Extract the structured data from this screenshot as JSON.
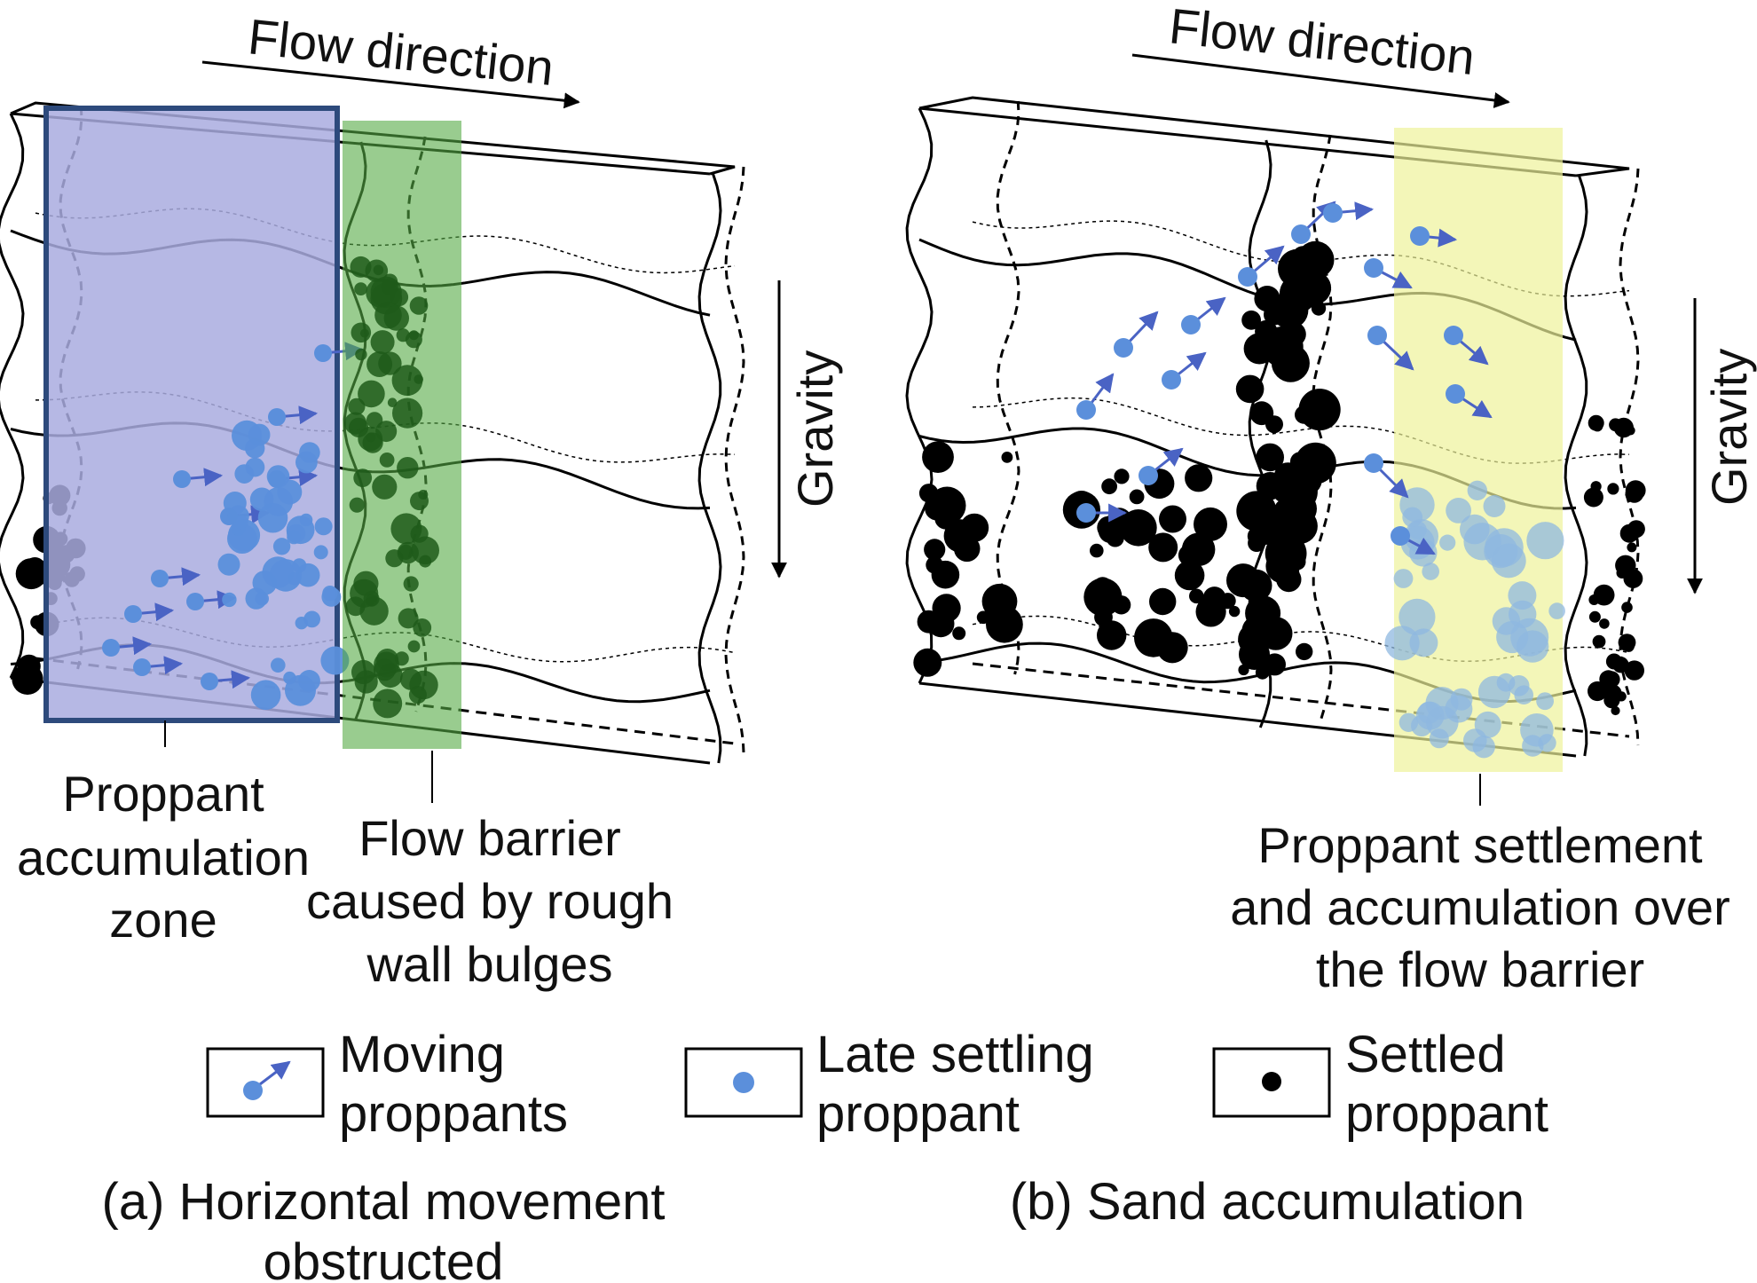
{
  "panel_a": {
    "flow_label": "Flow direction",
    "gravity_label": "Gravity",
    "zone_label": [
      "Proppant",
      "accumulation",
      "zone"
    ],
    "barrier_label": [
      "Flow barrier",
      "caused by rough",
      "wall bulges"
    ],
    "caption": [
      "(a) Horizontal movement",
      "obstructed"
    ]
  },
  "panel_b": {
    "flow_label": "Flow direction",
    "gravity_label": "Gravity",
    "settlement_label": [
      "Proppant settlement",
      "and accumulation over",
      "the flow barrier"
    ],
    "caption": [
      "(b) Sand accumulation"
    ]
  },
  "legend": [
    {
      "icon": "moving-proppant-icon",
      "lines": [
        "Moving",
        "proppants"
      ]
    },
    {
      "icon": "late-settling-proppant-icon",
      "lines": [
        "Late settling",
        "proppant"
      ]
    },
    {
      "icon": "settled-proppant-icon",
      "lines": [
        "Settled",
        "proppant"
      ]
    }
  ],
  "colors": {
    "moving": "#5b8fdb",
    "arrow": "#4a63c4",
    "settled": "#000000",
    "zone_fill": "#a9acdf",
    "zone_border": "#2d4a7c",
    "barrier_fill": "#55aa44",
    "settlement_fill": "#eef29a"
  }
}
